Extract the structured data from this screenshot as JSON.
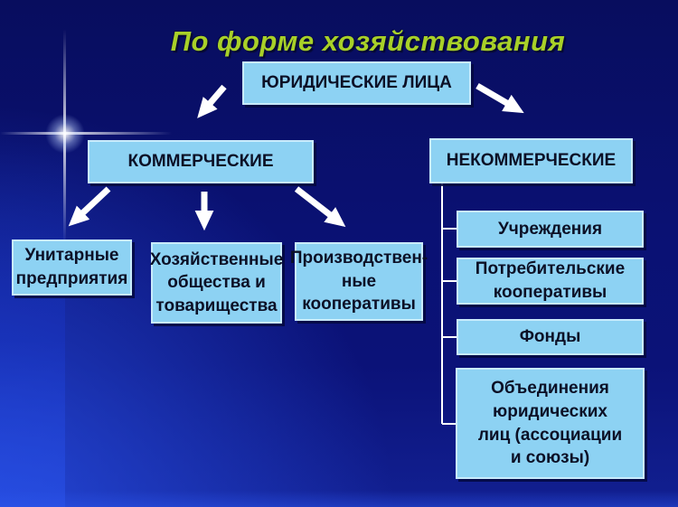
{
  "slide": {
    "title": "По форме хозяйствования",
    "colors": {
      "background_navy": "#0a1173",
      "title_green": "#a8d028",
      "box_fill": "#8dd2f3",
      "box_border": "#c9ebfc",
      "box_text": "#0c1026",
      "connector_white": "#ffffff"
    },
    "tree": {
      "root": {
        "label": "ЮРИДИЧЕСКИЕ ЛИЦА"
      },
      "commercial": {
        "label": "КОММЕРЧЕСКИЕ",
        "children": [
          {
            "label": "Унитарные\nпредприятия"
          },
          {
            "label": "Хозяйственные\nобщества и\nтоварищества"
          },
          {
            "label": "Производствен-\nные\nкооперативы"
          }
        ]
      },
      "noncommercial": {
        "label": "НЕКОММЕРЧЕСКИЕ",
        "children": [
          {
            "label": "Учреждения"
          },
          {
            "label": "Потребительские\nкооперативы"
          },
          {
            "label": "Фонды"
          },
          {
            "label": "Объединения\nюридических\nлиц (ассоциации\nи союзы)"
          }
        ]
      }
    }
  }
}
